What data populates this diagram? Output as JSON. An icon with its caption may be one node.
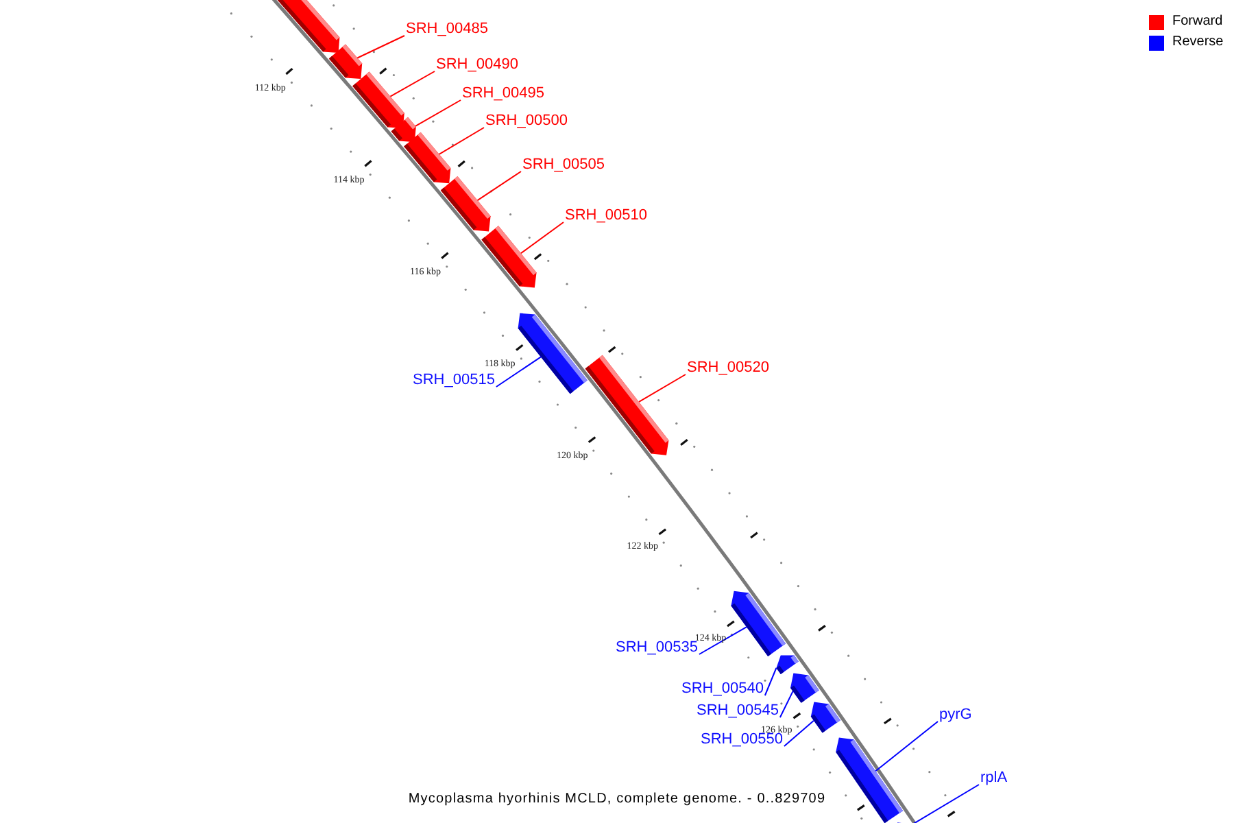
{
  "diagram": {
    "caption": "Mycoplasma hyorhinis MCLD, complete genome. - 0..829709",
    "nodes": [
      {
        "text": [
          "SRH_00485"
        ]
      },
      {
        "text": [
          "SRH_00490"
        ]
      },
      {
        "text": [
          "SRH_00495"
        ]
      },
      {
        "text": [
          "SRH_00500"
        ]
      },
      {
        "text": [
          "SRH_00505"
        ]
      },
      {
        "text": [
          "SRH_00510"
        ]
      },
      {
        "text": [
          "SRH_00515"
        ]
      },
      {
        "text": [
          "SRH_00520"
        ]
      },
      {
        "text": [
          "SRH_00535"
        ]
      },
      {
        "text": [
          "SRH_00540"
        ]
      },
      {
        "text": [
          "SRH_00545"
        ]
      },
      {
        "text": [
          "SRH_00550"
        ]
      },
      {
        "text": [
          "pyrG"
        ]
      },
      {
        "text": [
          "rplA"
        ]
      },
      {
        "text": [],
        "shape": "bar"
      },
      {
        "text": [],
        "shape": "bar"
      },
      {
        "text": [],
        "shape": "bar"
      },
      {
        "text": [],
        "shape": "bar"
      },
      {
        "text": [],
        "shape": "bar"
      },
      {
        "text": [],
        "shape": "bar"
      },
      {
        "text": [],
        "shape": "bar"
      },
      {
        "text": [],
        "shape": "bar"
      },
      {
        "text": [],
        "shape": "bar"
      },
      {
        "text": [],
        "shape": "bar"
      },
      {
        "text": [],
        "shape": "bar"
      },
      {
        "text": [],
        "shape": "bar"
      },
      {
        "text": [],
        "shape": "bar"
      },
      {
        "text": [],
        "shape": "bar"
      },
      {
        "text": [],
        "shape": "bar"
      }
    ],
    "edges": [
      {
        "from": 0,
        "to": 15,
        "arrow": "none",
        "color": "#ff0000"
      },
      {
        "from": 1,
        "to": 16,
        "arrow": "none",
        "color": "#ff0000"
      },
      {
        "from": 2,
        "to": 17,
        "arrow": "none",
        "color": "#ff0000"
      },
      {
        "from": 3,
        "to": 18,
        "arrow": "none",
        "color": "#ff0000"
      },
      {
        "from": 4,
        "to": 19,
        "arrow": "none",
        "color": "#ff0000"
      },
      {
        "from": 5,
        "to": 20,
        "arrow": "none",
        "color": "#ff0000"
      },
      {
        "from": 6,
        "to": 21,
        "arrow": "none",
        "color": "#0000ff"
      },
      {
        "from": 7,
        "to": 22,
        "arrow": "none",
        "color": "#ff0000"
      },
      {
        "from": 8,
        "to": 23,
        "arrow": "none",
        "color": "#0000ff"
      },
      {
        "from": 9,
        "to": 24,
        "arrow": "none",
        "color": "#0000ff"
      },
      {
        "from": 10,
        "to": 25,
        "arrow": "none",
        "color": "#0000ff"
      },
      {
        "from": 11,
        "to": 26,
        "arrow": "none",
        "color": "#0000ff"
      },
      {
        "from": 12,
        "to": 27,
        "arrow": "none",
        "color": "#0000ff"
      },
      {
        "from": 13,
        "to": 28,
        "arrow": "none",
        "color": "#0000ff"
      }
    ],
    "labels": [
      "112 kbp",
      "114 kbp",
      "116 kbp",
      "118 kbp",
      "120 kbp",
      "122 kbp",
      "124 kbp",
      "126 kbp"
    ],
    "legend": [
      {
        "text": "Forward",
        "color": "#ff0000"
      },
      {
        "text": "Reverse",
        "color": "#0000ff"
      }
    ]
  }
}
